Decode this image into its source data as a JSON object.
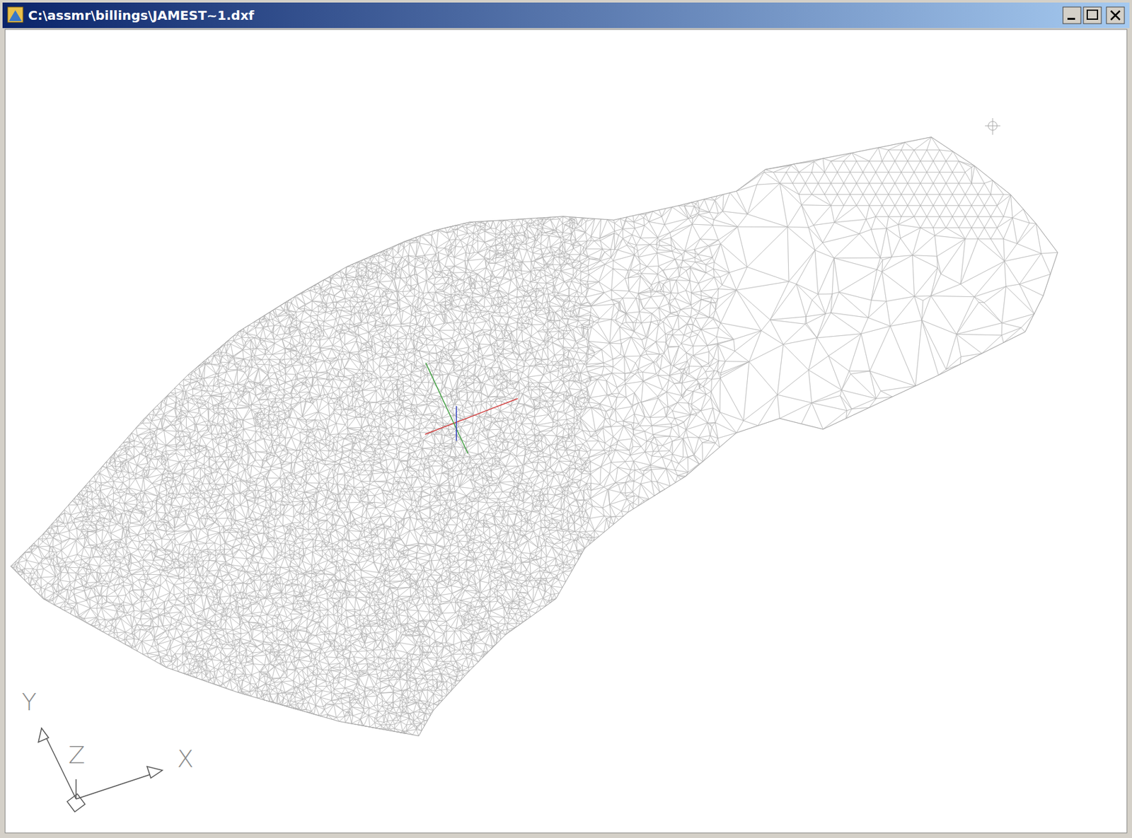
{
  "diagram": {
    "title": "C:\\assmr\\billings\\JAMEST~1.dxf",
    "labels": [
      "Y",
      "Z",
      "X"
    ]
  }
}
